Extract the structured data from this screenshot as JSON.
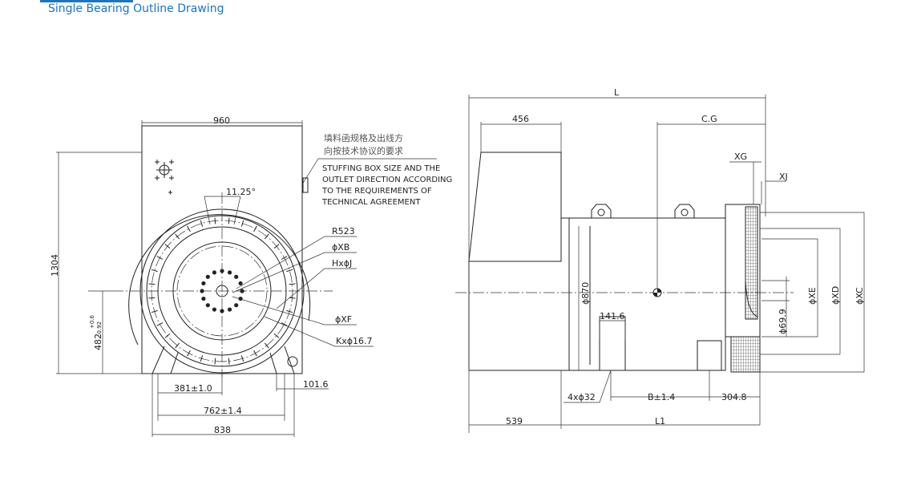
{
  "title": "Single Bearing Outline Drawing",
  "colors": {
    "title": "#1a75c4",
    "lines": "#222222"
  },
  "front_view": {
    "dim_width_top": "960",
    "dim_height": "1304",
    "dim_angle": "11.25°",
    "dim_shaft_height": "482",
    "dim_shaft_tol_upper": "+0.6",
    "dim_shaft_tol_lower": "-0.92",
    "label_r": "R523",
    "label_xb": "ϕXB",
    "label_hj": "HxϕJ",
    "label_xf": "ϕXF",
    "label_k": "Kxϕ16.7",
    "dim_half_feet": "381±1.0",
    "dim_feet": "762±1.4",
    "dim_base": "838",
    "dim_foot": "101.6"
  },
  "note": {
    "cn_line1": "填料函规格及出线方",
    "cn_line2": "向按技术协议的要求",
    "en_line1": "STUFFING BOX SIZE AND THE",
    "en_line2": "OUTLET DIRECTION ACCORDING",
    "en_line3": "TO THE REQUIREMENTS OF",
    "en_line4": "TECHNICAL AGREEMENT"
  },
  "side_view": {
    "dim_l": "L",
    "dim_456": "456",
    "dim_cg": "C.G",
    "dim_xg": "XG",
    "dim_xj": "XJ",
    "dim_870": "ϕ870",
    "dim_xe": "ϕXE",
    "dim_xd": "ϕXD",
    "dim_xc": "ϕXC",
    "dim_699": "ϕ69.9",
    "dim_1416": "141.6",
    "dim_holes": "4xϕ32",
    "dim_b": "B±1.4",
    "dim_3048": "304.8",
    "dim_539": "539",
    "dim_l1": "L1"
  }
}
